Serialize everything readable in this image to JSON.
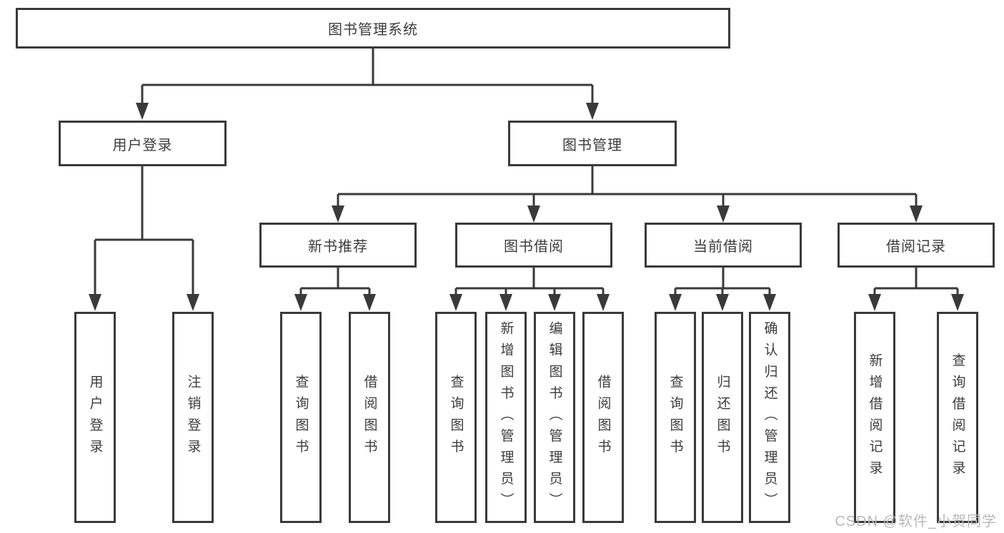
{
  "diagram": {
    "root": "图书管理系统",
    "branches": [
      {
        "label": "用户登录",
        "leaves": [
          "用户登录",
          "注销登录"
        ]
      },
      {
        "label": "图书管理",
        "sections": [
          {
            "label": "新书推荐",
            "leaves": [
              "查询图书",
              "借阅图书"
            ]
          },
          {
            "label": "图书借阅",
            "leaves": [
              "查询图书",
              "新增图书（管理员）",
              "编辑图书（管理员）",
              "借阅图书"
            ]
          },
          {
            "label": "当前借阅",
            "leaves": [
              "查询图书",
              "归还图书",
              "确认归还（管理员）"
            ]
          },
          {
            "label": "借阅记录",
            "leaves": [
              "新增借阅记录",
              "查询借阅记录"
            ]
          }
        ]
      }
    ]
  },
  "watermark": "CSDN @软件_小贺同学",
  "colors": {
    "line": "#3a3a3a",
    "text": "#3c3c3c",
    "watermark": "#b9b9b9",
    "background": "#ffffff"
  }
}
